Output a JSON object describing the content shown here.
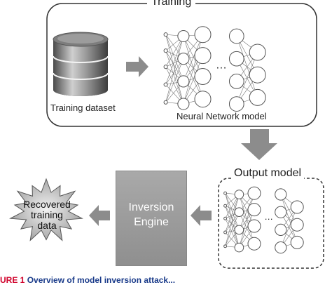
{
  "training_group": {
    "title": "Training",
    "dataset_label": "Training dataset",
    "model_label": "Neural Network model"
  },
  "output_group": {
    "title": "Output model"
  },
  "inversion_engine": {
    "label": "Inversion\nEngine"
  },
  "recovered": {
    "label": "Recovered\ntraining\ndata"
  },
  "ellipsis": "…",
  "caption": {
    "fig": "URE 1",
    "text": "Overview of model inversion attack..."
  },
  "colors": {
    "border": "#333333",
    "arrow": "#8c8c8c",
    "engine": "#9a9a9a",
    "node": "#555555"
  }
}
